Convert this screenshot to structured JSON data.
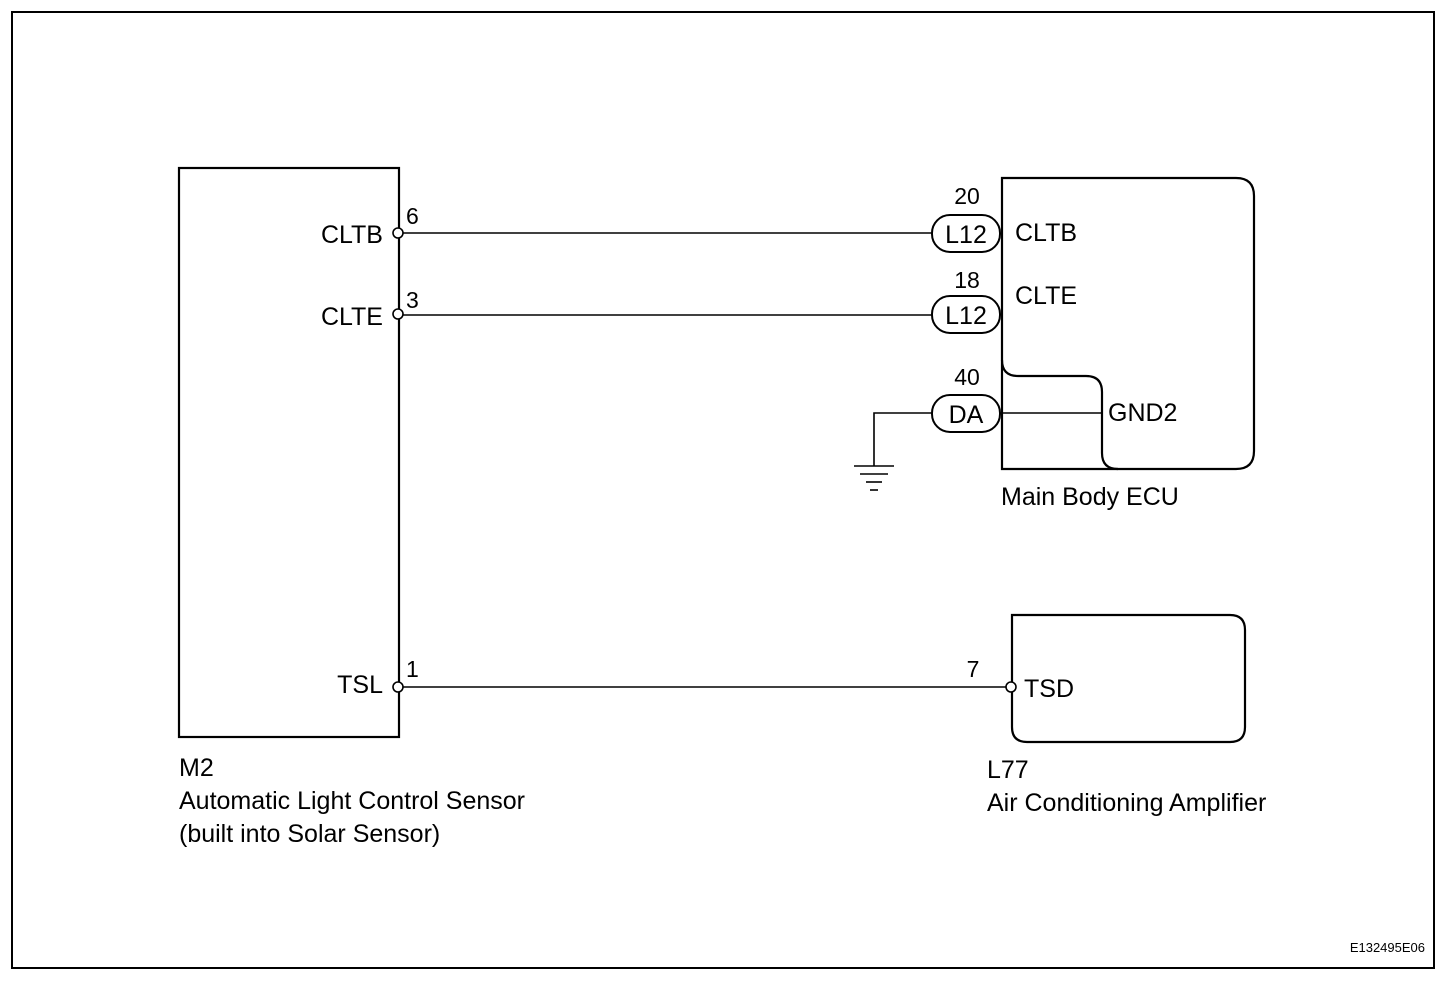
{
  "sensor": {
    "code": "M2",
    "name": "Automatic Light Control Sensor",
    "note": "(built into Solar Sensor)",
    "terminals": [
      {
        "label": "CLTB",
        "pin": "6"
      },
      {
        "label": "CLTE",
        "pin": "3"
      },
      {
        "label": "TSL",
        "pin": "1"
      }
    ]
  },
  "ecu": {
    "name": "Main Body ECU",
    "terminals": [
      {
        "label": "CLTB",
        "pin": "20",
        "connector": "L12"
      },
      {
        "label": "CLTE",
        "pin": "18",
        "connector": "L12"
      },
      {
        "label": "GND2",
        "pin": "40",
        "connector": "DA"
      }
    ]
  },
  "amplifier": {
    "code": "L77",
    "name": "Air Conditioning Amplifier",
    "terminal": {
      "label": "TSD",
      "pin": "7"
    }
  },
  "figure_code": "E132495E06"
}
